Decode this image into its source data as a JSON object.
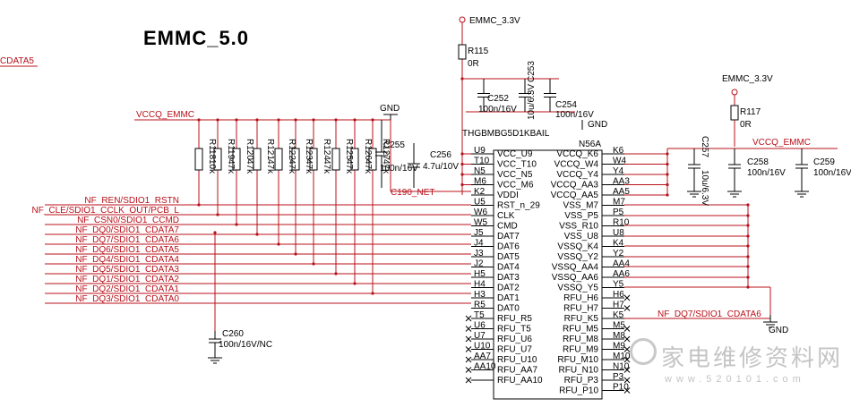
{
  "title": "EMMC_5.0",
  "top_left_net": "CDATA5",
  "power_label": "EMMC_3.3V",
  "power_label_2": "EMMC_3.3V",
  "vccq_left": "VCCQ_EMMC",
  "vccq_right": "VCCQ_EMMC",
  "gnd": "GND",
  "gnd_right": "GND",
  "r115": {
    "ref": "R115",
    "value": "0R"
  },
  "r117": {
    "ref": "R117",
    "value": "0R"
  },
  "caps": {
    "c252": {
      "ref": "C252",
      "value": "100n/16V"
    },
    "c253": {
      "ref": "C253",
      "value": "10u/6.3V"
    },
    "c254": {
      "ref": "C254",
      "value": "100n/16V"
    },
    "c255": {
      "ref": "C255",
      "value": "100n/16V"
    },
    "c256": {
      "ref": "C256",
      "value": "4.7u/10V"
    },
    "c257": {
      "ref": "C257",
      "value": "10u/6.3V"
    },
    "c258": {
      "ref": "C258",
      "value": "100n/16V"
    },
    "c259": {
      "ref": "C259",
      "value": "100n/16V"
    },
    "c260": {
      "ref": "C260",
      "value": "100n/16V/NC"
    }
  },
  "c190_net": "C190_NET",
  "pullups": [
    {
      "ref": "R118",
      "value": "10k"
    },
    {
      "ref": "R119",
      "value": "47k"
    },
    {
      "ref": "R120",
      "value": "47k"
    },
    {
      "ref": "R121",
      "value": "47k"
    },
    {
      "ref": "R122",
      "value": "47k"
    },
    {
      "ref": "R123",
      "value": "47k"
    },
    {
      "ref": "R124",
      "value": "47k"
    },
    {
      "ref": "R125",
      "value": "47k"
    },
    {
      "ref": "R126",
      "value": "47k"
    },
    {
      "ref": "R127",
      "value": "47k"
    }
  ],
  "chip": {
    "part": "THGBMBG5D1KBAIL",
    "ref": "N56A",
    "left_pins": [
      {
        "num": "U9",
        "name": "VCC_U9"
      },
      {
        "num": "T10",
        "name": "VCC_T10"
      },
      {
        "num": "N5",
        "name": "VCC_N5"
      },
      {
        "num": "M6",
        "name": "VCC_M6"
      },
      {
        "num": "K2",
        "name": "VDDI"
      },
      {
        "num": "U5",
        "name": "RST_n_29"
      },
      {
        "num": "W6",
        "name": "CLK"
      },
      {
        "num": "W5",
        "name": "CMD"
      },
      {
        "num": "J5",
        "name": "DAT7"
      },
      {
        "num": "J4",
        "name": "DAT6"
      },
      {
        "num": "J3",
        "name": "DAT5"
      },
      {
        "num": "J2",
        "name": "DAT4"
      },
      {
        "num": "H5",
        "name": "DAT3"
      },
      {
        "num": "H4",
        "name": "DAT2"
      },
      {
        "num": "H3",
        "name": "DAT1"
      },
      {
        "num": "R5",
        "name": "DAT0"
      },
      {
        "num": "T5",
        "name": "RFU_R5"
      },
      {
        "num": "U6",
        "name": "RFU_T5"
      },
      {
        "num": "U7",
        "name": "RFU_U6"
      },
      {
        "num": "U10",
        "name": "RFU_U7"
      },
      {
        "num": "AA7",
        "name": "RFU_U10"
      },
      {
        "num": "AA10",
        "name": "RFU_AA7"
      },
      {
        "num": "",
        "name": "RFU_AA10"
      }
    ],
    "right_pins": [
      {
        "num": "K6",
        "name": "VCCQ_K6"
      },
      {
        "num": "W4",
        "name": "VCCQ_W4"
      },
      {
        "num": "Y4",
        "name": "VCCQ_Y4"
      },
      {
        "num": "AA3",
        "name": "VCCQ_AA3"
      },
      {
        "num": "AA5",
        "name": "VCCQ_AA5"
      },
      {
        "num": "M7",
        "name": "VSS_M7"
      },
      {
        "num": "P5",
        "name": "VSS_P5"
      },
      {
        "num": "R10",
        "name": "VSS_R10"
      },
      {
        "num": "U8",
        "name": "VSS_U8"
      },
      {
        "num": "K4",
        "name": "VSSQ_K4"
      },
      {
        "num": "Y2",
        "name": "VSSQ_Y2"
      },
      {
        "num": "AA4",
        "name": "VSSQ_AA4"
      },
      {
        "num": "AA6",
        "name": "VSSQ_AA6"
      },
      {
        "num": "Y5",
        "name": "VSSQ_Y5"
      },
      {
        "num": "H6",
        "name": "RFU_H6"
      },
      {
        "num": "H7",
        "name": "RFU_H7"
      },
      {
        "num": "K5",
        "name": "RFU_K5"
      },
      {
        "num": "M5",
        "name": "RFU_M5"
      },
      {
        "num": "M8",
        "name": "RFU_M8"
      },
      {
        "num": "M9",
        "name": "RFU_M9"
      },
      {
        "num": "M10",
        "name": "RFU_M10"
      },
      {
        "num": "N10",
        "name": "RFU_N10"
      },
      {
        "num": "P3",
        "name": "RFU_P3"
      },
      {
        "num": "P10",
        "name": "RFU_P10"
      }
    ]
  },
  "left_nets": [
    "NF_REN/SDIO1_RSTN",
    "NF_CLE/SDIO1_CCLK_OUT/PCB_L",
    "NF_CSN0/SDIO1_CCMD",
    "NF_DQ0/SDIO1_CDATA7",
    "NF_DQ7/SDIO1_CDATA6",
    "NF_DQ6/SDIO1_CDATA5",
    "NF_DQ4/SDIO1_CDATA4",
    "NF_DQ5/SDIO1_CDATA3",
    "NF_DQ1/SDIO1_CDATA2",
    "NF_DQ2/SDIO1_CDATA1",
    "NF_DQ3/SDIO1_CDATA0"
  ],
  "right_net": "NF_DQ7/SDIO1_CDATA6",
  "watermark": "家电维修资料网",
  "watermark_url": "www.520101.com"
}
